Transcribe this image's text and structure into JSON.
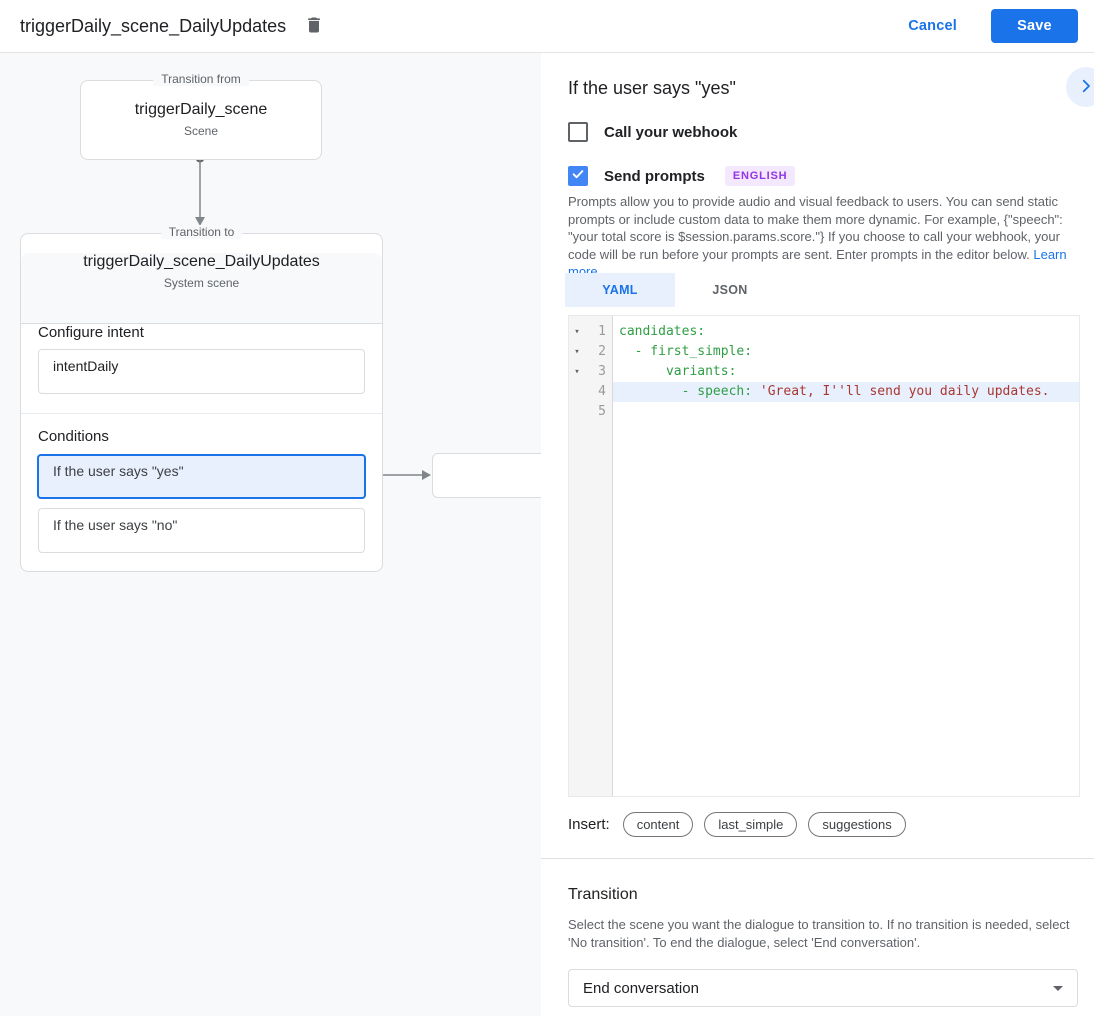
{
  "header": {
    "title": "triggerDaily_scene_DailyUpdates",
    "cancel_label": "Cancel",
    "save_label": "Save"
  },
  "diagram": {
    "from_legend": "Transition from",
    "from_title": "triggerDaily_scene",
    "from_subtitle": "Scene",
    "to_legend": "Transition to",
    "to_title": "triggerDaily_scene_DailyUpdates",
    "to_subtitle": "System scene",
    "configure_intent_label": "Configure intent",
    "intent_value": "intentDaily",
    "conditions_label": "Conditions",
    "conditions": [
      {
        "id": "yes",
        "label": "If the user says \"yes\"",
        "selected": true
      },
      {
        "id": "no",
        "label": "If the user says \"no\"",
        "selected": false
      }
    ]
  },
  "panel": {
    "title": "If the user says \"yes\"",
    "webhook_label": "Call your webhook",
    "send_prompts_label": "Send prompts",
    "language_badge": "ENGLISH",
    "description": "Prompts allow you to provide audio and visual feedback to users. You can send static prompts or include custom data to make them more dynamic. For example, {\"speech\": \"your total score is $session.params.score.\"} If you choose to call your webhook, your code will be run before your prompts are sent. Enter prompts in the editor below. ",
    "learn_more_label": "Learn more",
    "tabs": [
      {
        "id": "yaml",
        "label": "YAML",
        "active": true
      },
      {
        "id": "json",
        "label": "JSON",
        "active": false
      }
    ],
    "editor_lines": [
      {
        "num": "1",
        "fold": true,
        "highlight": false,
        "tokens": [
          {
            "c": "key",
            "t": "candidates:"
          }
        ]
      },
      {
        "num": "2",
        "fold": true,
        "highlight": false,
        "tokens": [
          {
            "c": "key",
            "t": "  - first_simple:"
          }
        ]
      },
      {
        "num": "3",
        "fold": true,
        "highlight": false,
        "tokens": [
          {
            "c": "key",
            "t": "      variants:"
          }
        ]
      },
      {
        "num": "4",
        "fold": false,
        "highlight": true,
        "tokens": [
          {
            "c": "key",
            "t": "        - speech: "
          },
          {
            "c": "str",
            "t": "'Great, I''ll send you daily updates."
          }
        ]
      },
      {
        "num": "5",
        "fold": false,
        "highlight": false,
        "tokens": []
      }
    ],
    "insert_label": "Insert:",
    "insert_chips": [
      "content",
      "last_simple",
      "suggestions"
    ],
    "transition": {
      "title": "Transition",
      "description": "Select the scene you want the dialogue to transition to. If no transition is needed, select 'No transition'. To end the dialogue, select 'End conversation'.",
      "selected_value": "End conversation"
    }
  },
  "colors": {
    "accent": "#1a73e8",
    "selected_bg": "#e8f0fe",
    "badge_bg": "#f3e8fd",
    "badge_text": "#9334e6",
    "code_key": "#2f9e44",
    "code_string": "#aa3731",
    "panel_bg": "#f8f9fa"
  }
}
